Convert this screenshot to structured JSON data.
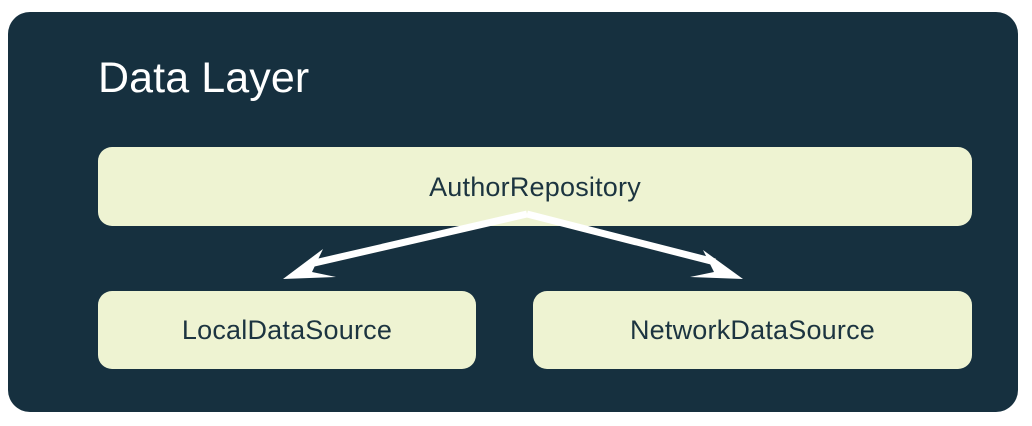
{
  "diagram": {
    "title": "Data Layer",
    "panel_color": "#16303F",
    "node_color": "#EEF3D2",
    "node_text_color": "#1C3440",
    "title_color": "#FFFFFF",
    "arrow_color": "#FFFFFF",
    "background_color": "#FFFFFF",
    "nodes": [
      {
        "id": "repository",
        "label": "AuthorRepository",
        "row": "top"
      },
      {
        "id": "local",
        "label": "LocalDataSource",
        "row": "bottom"
      },
      {
        "id": "network",
        "label": "NetworkDataSource",
        "row": "bottom"
      }
    ],
    "edges": [
      {
        "from": "repository",
        "to": "local",
        "direction": "down-left",
        "arrowhead": "open"
      },
      {
        "from": "repository",
        "to": "network",
        "direction": "down-right",
        "arrowhead": "open"
      }
    ]
  }
}
